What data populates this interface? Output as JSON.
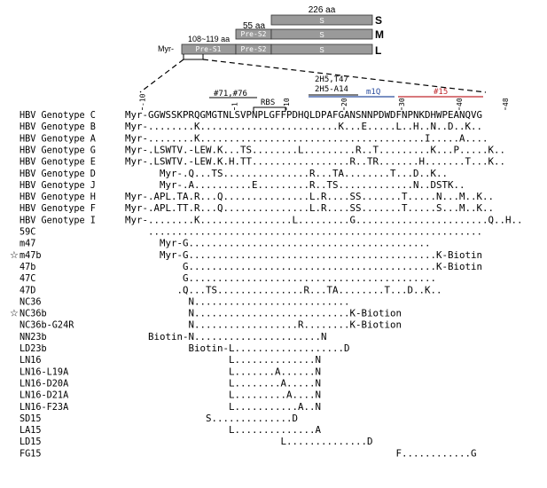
{
  "domains": {
    "s_len": "226 aa",
    "m_len": "55 aa",
    "l_len": "108~119 aa",
    "s_label": "S",
    "m_label": "M",
    "l_label": "L",
    "myr": "Myr-",
    "pre_s1": "Pre-S1",
    "pre_s2": "Pre-S2",
    "s_box": "S"
  },
  "annotations": {
    "t71": "#71,#76",
    "rbs": "RBS",
    "mab_2h5_t47": "2H5,T47",
    "mab_2h5_a14": "2H5-A14",
    "m1q": "m1Q",
    "m15": "#15"
  },
  "colors": {
    "m1q": "#2b4d9e",
    "m15": "#c0282d",
    "box_fill": "#9a9a9a"
  },
  "ticks": [
    {
      "label": "-10",
      "rot": true
    },
    {
      "label": "1",
      "rot": true
    },
    {
      "label": "10",
      "rot": true
    },
    {
      "label": "20",
      "rot": true
    },
    {
      "label": "30",
      "rot": true
    },
    {
      "label": "40",
      "rot": true
    },
    {
      "label": "48",
      "rot": true
    }
  ],
  "rows": [
    {
      "name": "HBV Genotype C",
      "seq": "Myr-GGWSSKPRQGMGTNLSVPNPLGFFPDHQLDPAFGANSNNPDWDFNPNKDHWPEANQVG",
      "star": false
    },
    {
      "name": "HBV Genotype B",
      "seq": "Myr-........K........................K...E.....L..H..N..D..K..",
      "star": false
    },
    {
      "name": "HBV Genotype A",
      "seq": "Myr-........K.......................................I.....A....",
      "star": false
    },
    {
      "name": "HBV Genotype G",
      "seq": "Myr-.LSWTV.-LEW.K...TS........L.........R..T.........K...P.....K..",
      "star": false
    },
    {
      "name": "HBV Genotype E",
      "seq": "Myr-.LSWTV.-LEW.K.H.TT.................R..TR.......H.......T...K..",
      "star": false
    },
    {
      "name": "HBV Genotype D",
      "seq": "      Myr-.Q...TS...............R...TA........T...D..K..",
      "star": false
    },
    {
      "name": "HBV Genotype J",
      "seq": "      Myr-.A..........E.........R..TS.............N..DSTK..",
      "star": false
    },
    {
      "name": "HBV Genotype H",
      "seq": "Myr-.APL.TA.R...Q...............L.R....SS.......T.....N...M..K..",
      "star": false
    },
    {
      "name": "HBV Genotype F",
      "seq": "Myr-.APL.TT.R...Q...............L.R....SS.......T.....S...M..K..",
      "star": false
    },
    {
      "name": "HBV Genotype I",
      "seq": "Myr-........K................L.........G.......................Q..H..",
      "star": false
    },
    {
      "name": "59C",
      "seq": "    ..........................................................",
      "star": false
    },
    {
      "name": "m47",
      "seq": "      Myr-G..........................................",
      "star": false
    },
    {
      "name": "m47b",
      "seq": "      Myr-G...........................................K-Biotin",
      "star": true
    },
    {
      "name": "47b",
      "seq": "          G...........................................K-Biotin",
      "star": false
    },
    {
      "name": "47C",
      "seq": "          G...........................................",
      "star": false
    },
    {
      "name": "47D",
      "seq": "         .Q...TS...............R...TA........T...D..K..",
      "star": false
    },
    {
      "name": "NC36",
      "seq": "           N...........................",
      "star": false
    },
    {
      "name": "NC36b",
      "seq": "           N...........................K-Biotion",
      "star": true
    },
    {
      "name": "NC36b-G24R",
      "seq": "           N..................R........K-Biotion",
      "star": false
    },
    {
      "name": "NN23b",
      "seq": "    Biotin-N......................N",
      "star": false
    },
    {
      "name": "LD23b",
      "seq": "           Biotin-L...................D",
      "star": false
    },
    {
      "name": "LN16",
      "seq": "                  L..............N",
      "star": false
    },
    {
      "name": "LN16-L19A",
      "seq": "                  L.......A......N",
      "star": false
    },
    {
      "name": "LN16-D20A",
      "seq": "                  L........A.....N",
      "star": false
    },
    {
      "name": "LN16-D21A",
      "seq": "                  L.........A....N",
      "star": false
    },
    {
      "name": "LN16-F23A",
      "seq": "                  L...........A..N",
      "star": false
    },
    {
      "name": "SD15",
      "seq": "              S..............D",
      "star": false
    },
    {
      "name": "LA15",
      "seq": "                  L..............A",
      "star": false
    },
    {
      "name": "LD15",
      "seq": "                           L..............D",
      "star": false
    },
    {
      "name": "FG15",
      "seq": "                                               F............G",
      "star": false
    }
  ]
}
